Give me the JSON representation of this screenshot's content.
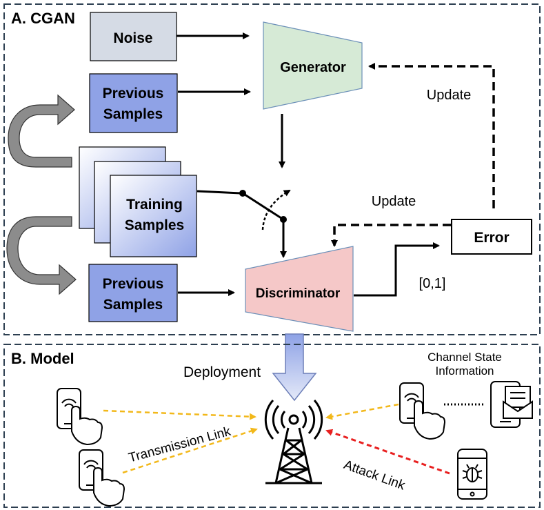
{
  "panel_a": {
    "title": "A. CGAN",
    "noise_label": "Noise",
    "previous_samples_top": [
      "Previous",
      "Samples"
    ],
    "training_samples": [
      "Training",
      "Samples"
    ],
    "previous_samples_bottom": [
      "Previous",
      "Samples"
    ],
    "generator_label": "Generator",
    "discriminator_label": "Discriminator",
    "error_label": "Error",
    "update_generator_label": "Update",
    "update_discriminator_label": "Update",
    "output_range_label": "[0,1]"
  },
  "panel_b": {
    "title": "B. Model",
    "deployment_label": "Deployment",
    "csi_label": [
      "Channel State",
      "Information"
    ],
    "transmission_link_label": "Transmission Link",
    "attack_link_label": "Attack Link"
  },
  "colors": {
    "noise_fill": "#d5dbe5",
    "samples_fill": "#8fa2e6",
    "generator_fill": "#d6ead6",
    "discriminator_fill": "#f5c8c8",
    "transmission_link": "#f2b81a",
    "attack_link": "#e82020",
    "panel_border": "#2c3e50"
  }
}
